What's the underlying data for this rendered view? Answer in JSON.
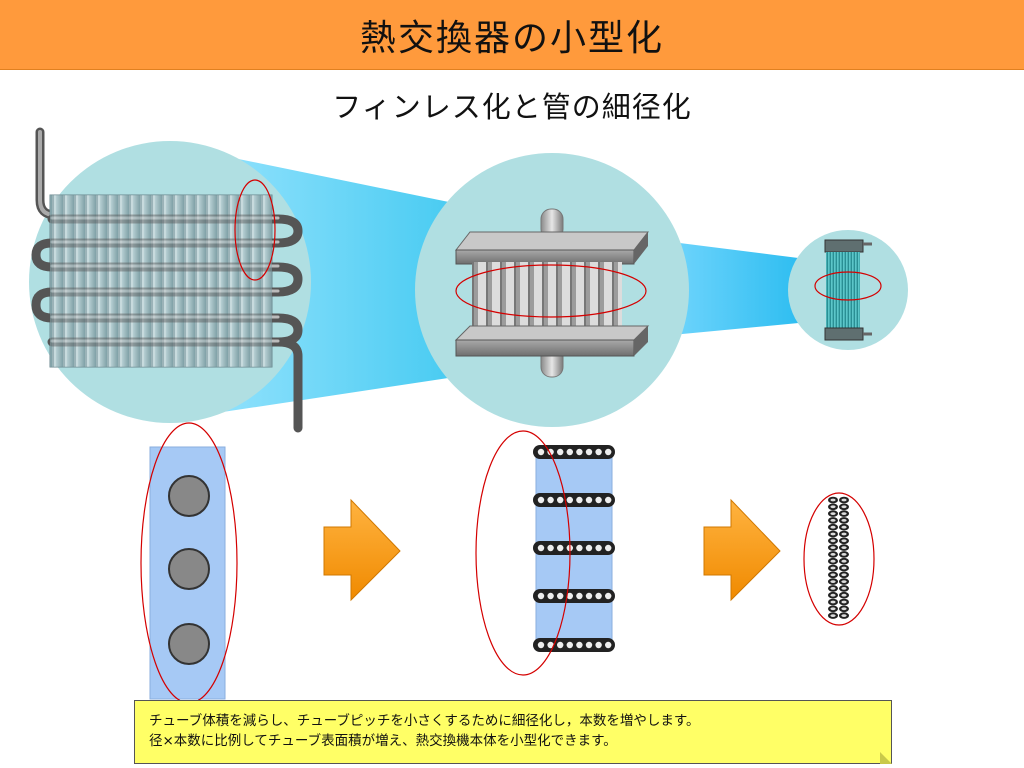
{
  "header": {
    "title": "熱交換器の小型化",
    "title_color": "#ff9a3c"
  },
  "subtitle": "フィンレス化と管の細径化",
  "illustrations": {
    "large_exchanger": "finned-tube-heat-exchanger-illustration",
    "medium_exchanger": "finless-small-tube-exchanger-illustration",
    "small_exchanger": "microtube-exchanger-illustration",
    "magnify_beam_color": "#3ec8f0",
    "highlight_ellipse_color": "#d40000"
  },
  "cross_sections": {
    "tube_counts": [
      3,
      5,
      36
    ],
    "arrow_color": "#ff9900"
  },
  "note": {
    "line1": "チューブ体積を減らし、チューブピッチを小さくするために細径化し，本数を増やします。",
    "line2": "径×本数に比例してチューブ表面積が増え、熱交換機本体を小型化できます。",
    "background": "#ffff66"
  }
}
